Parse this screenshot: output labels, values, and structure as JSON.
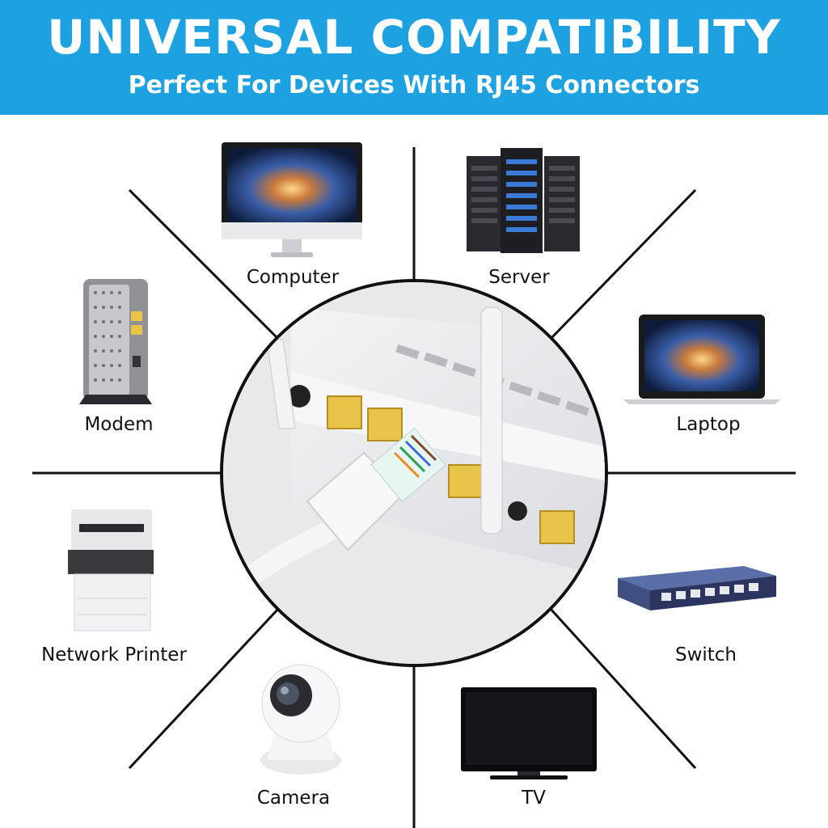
{
  "header": {
    "title": "UNIVERSAL COMPATIBILITY",
    "subtitle": "Perfect For Devices With RJ45 Connectors"
  },
  "colors": {
    "banner": "#1da1e0",
    "text": "#111111",
    "router_port": "#e8c44a"
  },
  "devices": [
    {
      "label": "Computer",
      "icon": "computer-monitor-icon"
    },
    {
      "label": "Server",
      "icon": "server-rack-icon"
    },
    {
      "label": "Modem",
      "icon": "modem-icon"
    },
    {
      "label": "Laptop",
      "icon": "laptop-icon"
    },
    {
      "label": "Network Printer",
      "icon": "printer-icon"
    },
    {
      "label": "Switch",
      "icon": "network-switch-icon"
    },
    {
      "label": "Camera",
      "icon": "security-camera-icon"
    },
    {
      "label": "TV",
      "icon": "tv-icon"
    }
  ],
  "center_image": "router-with-ethernet-cable"
}
